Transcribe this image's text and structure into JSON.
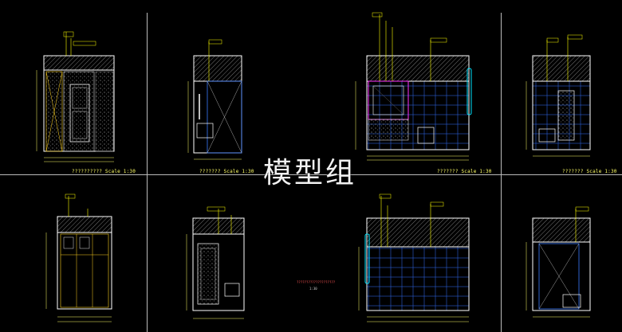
{
  "watermark": "模型组",
  "captions": {
    "c1": "??????????  Scale 1:30",
    "c2": "???????  Scale 1:30",
    "c3": "???????  Scale 1:30",
    "c4": "???????  Scale 1:30"
  },
  "center_title": "????????????????????",
  "center_scale": "1:30",
  "colors": {
    "background": "#000000",
    "wall": "#ffffff",
    "leader": "#ffff00",
    "dimension": "#ffff66",
    "detail": "#00e5ff",
    "highlight": "#ff33ff",
    "accent": "#3a7bff"
  }
}
